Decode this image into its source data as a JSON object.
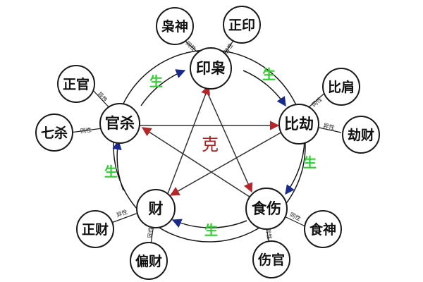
{
  "colors": {
    "sheng": "#33cc33",
    "ke": "#aa2222",
    "arrow_blue": "#1a2a8c",
    "arrow_red": "#b3262b"
  },
  "ke_label": "克",
  "sheng_label": "生",
  "main_nodes": {
    "yinxiao": "印枭",
    "bijie": "比劫",
    "shishang": "食伤",
    "cai": "财",
    "guansha": "官杀"
  },
  "sub_nodes": {
    "xiaoshen": "枭神",
    "zhengyin": "正印",
    "bijian": "比肩",
    "jiecai": "劫财",
    "shishen": "食神",
    "shangguan": "伤官",
    "zhengcai": "正财",
    "piancai": "偏财",
    "zhengguan": "正官",
    "qisha": "七杀"
  },
  "yinyang": {
    "xiaoshen": "同性",
    "zhengyin": "异性",
    "bijian": "同性",
    "jiecai": "异性",
    "shishen": "同性",
    "shangguan": "异性",
    "zhengcai": "异性",
    "piancai": "同性",
    "zhengguan": "异性",
    "qisha": "同性"
  }
}
